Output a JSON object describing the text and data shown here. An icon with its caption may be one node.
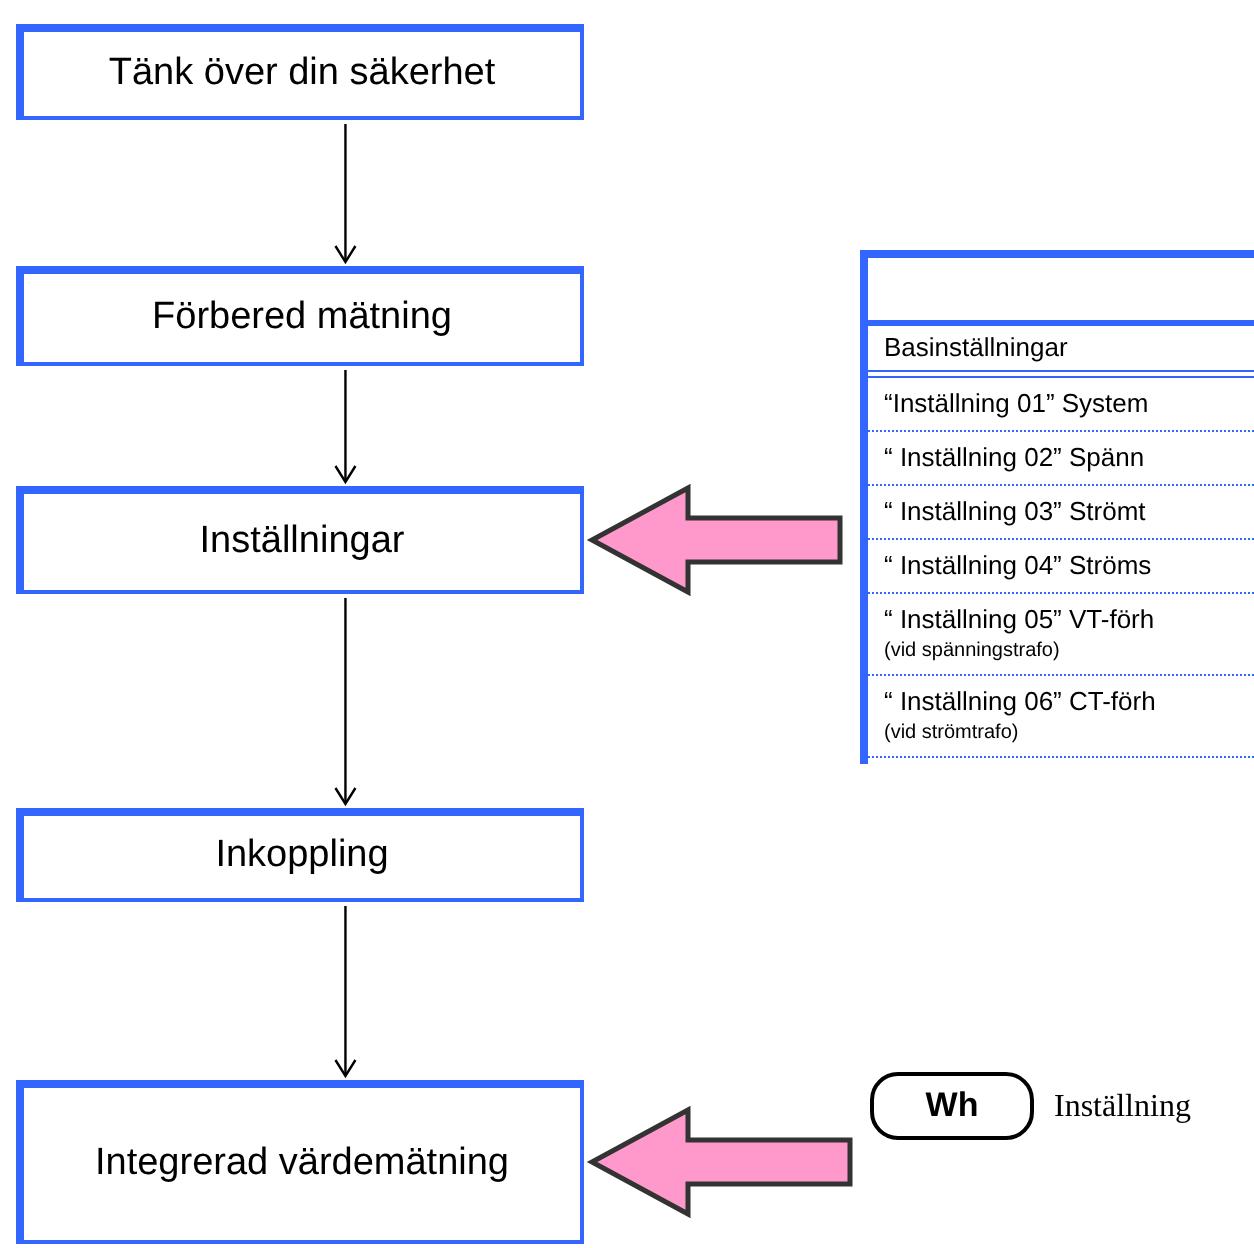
{
  "diagram": {
    "nodes": [
      {
        "text": [
          "Tänk över din säkerhet"
        ]
      },
      {
        "text": [
          "Förbered mätning"
        ]
      },
      {
        "text": [
          "Inställningar"
        ]
      },
      {
        "text": [
          "Inkoppling"
        ]
      },
      {
        "text": [
          "Integrerad värdemätning"
        ]
      },
      {
        "text": [
          "Basinställningar",
          "“Inställning 01” System",
          "“ Inställning 02” Spänn",
          "“ Inställning 03” Strömt",
          "“ Inställning 04” Ströms",
          "“ Inställning 05” VT-förh",
          "(vid spänningstrafo)",
          "“ Inställning 06” CT-förh",
          "(vid strömtrafo)"
        ]
      },
      {
        "text": [
          "Wh"
        ],
        "beside": [
          "Inställning"
        ]
      }
    ],
    "edges": [
      {
        "from": 0,
        "to": 1,
        "arrow": "to"
      },
      {
        "from": 1,
        "to": 2,
        "arrow": "to"
      },
      {
        "from": 2,
        "to": 3,
        "arrow": "to"
      },
      {
        "from": 3,
        "to": 4,
        "arrow": "to"
      },
      {
        "from": 5,
        "to": 2,
        "arrow": "to",
        "style": "thick",
        "color": "#ff99cc"
      },
      {
        "from": 6,
        "to": 4,
        "arrow": "to",
        "style": "thick",
        "color": "#ff99cc"
      }
    ]
  }
}
